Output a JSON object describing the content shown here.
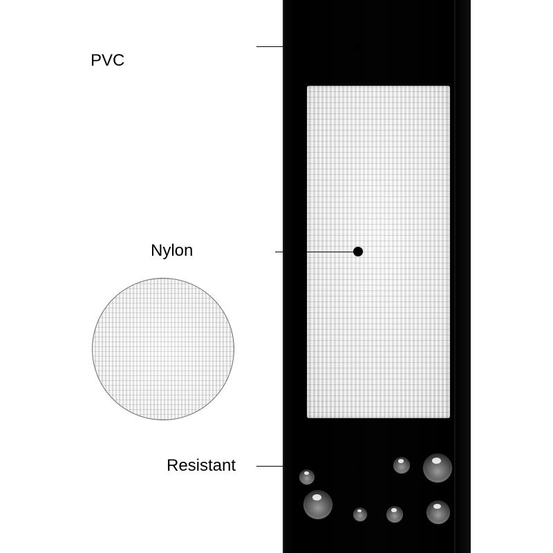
{
  "labels": {
    "pvc": "PVC",
    "nylon": "Nylon",
    "resistant": "Resistant"
  },
  "colors": {
    "strap": "#000000",
    "nylon": "#ececec",
    "background": "#ffffff"
  }
}
